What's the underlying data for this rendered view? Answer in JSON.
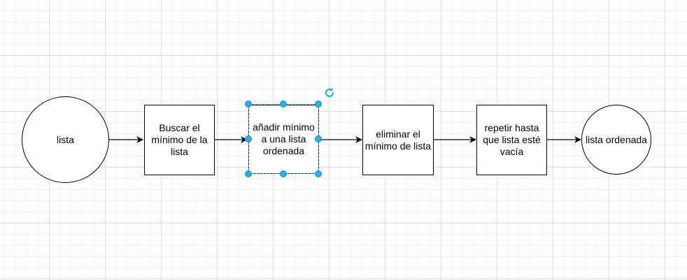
{
  "diagram": {
    "nodes": [
      {
        "id": "start",
        "shape": "circle",
        "label": "lista"
      },
      {
        "id": "find-min",
        "shape": "rect",
        "label": "Buscar el mínimo de la lista"
      },
      {
        "id": "add-min",
        "shape": "rect",
        "label": "añadir mínimo a una lista ordenada",
        "selected": true
      },
      {
        "id": "remove-min",
        "shape": "rect",
        "label": "eliminar el mínimo de lista"
      },
      {
        "id": "repeat",
        "shape": "rect",
        "label": "repetir hasta que lista esté vacía"
      },
      {
        "id": "end",
        "shape": "circle",
        "label": "lista ordenada"
      }
    ],
    "edges": [
      {
        "from": "start",
        "to": "find-min"
      },
      {
        "from": "find-min",
        "to": "add-min"
      },
      {
        "from": "add-min",
        "to": "remove-min"
      },
      {
        "from": "remove-min",
        "to": "repeat"
      },
      {
        "from": "repeat",
        "to": "end"
      }
    ]
  },
  "colors": {
    "selection": "#29aee6",
    "stroke": "#000000"
  },
  "icons": {
    "rotate": "rotate-icon",
    "handle": "resize-handle"
  }
}
